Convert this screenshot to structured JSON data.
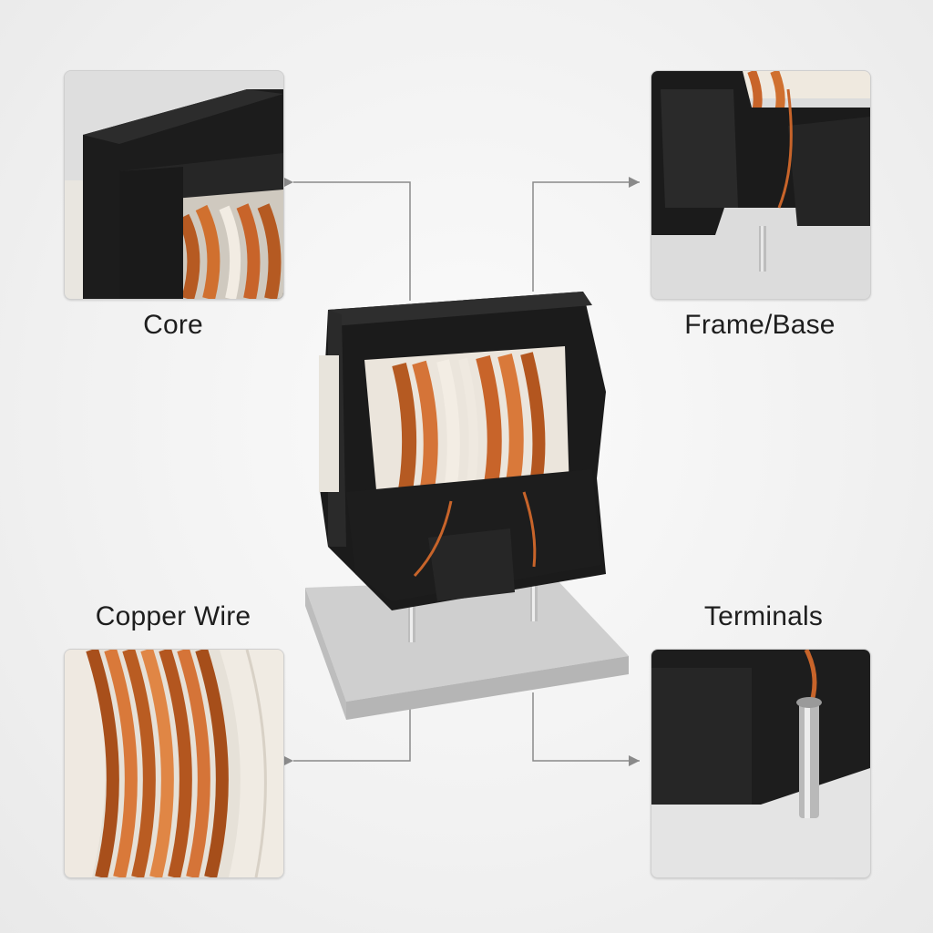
{
  "labels": {
    "core": "Core",
    "frame": "Frame/Base",
    "copper_wire": "Copper Wire",
    "terminals": "Terminals"
  },
  "colors": {
    "copper": "#c8642a",
    "core_black": "#1d1d1d",
    "bobbin_white": "#ede7de",
    "base_gray": "#c9c9c9",
    "callout_line": "#8a8a8a"
  }
}
